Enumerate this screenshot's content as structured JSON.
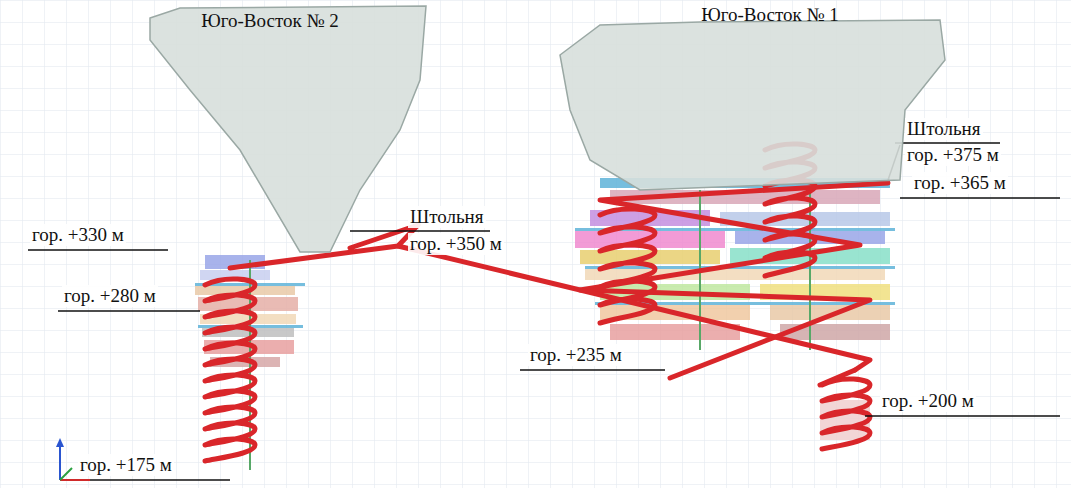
{
  "diagram": {
    "nodes": [
      {
        "text": [
          "Юго-Восток № 2"
        ]
      },
      {
        "text": [
          "Юго-Восток № 1"
        ]
      }
    ],
    "labels": [
      "Штольня",
      "гор. +375 м",
      "гор. +365 м",
      "Штольня",
      "гор. +350 м",
      "гор. +330 м",
      "гор. +280 м",
      "гор. +235 м",
      "гор. +200 м",
      "гор. +175 м"
    ]
  }
}
